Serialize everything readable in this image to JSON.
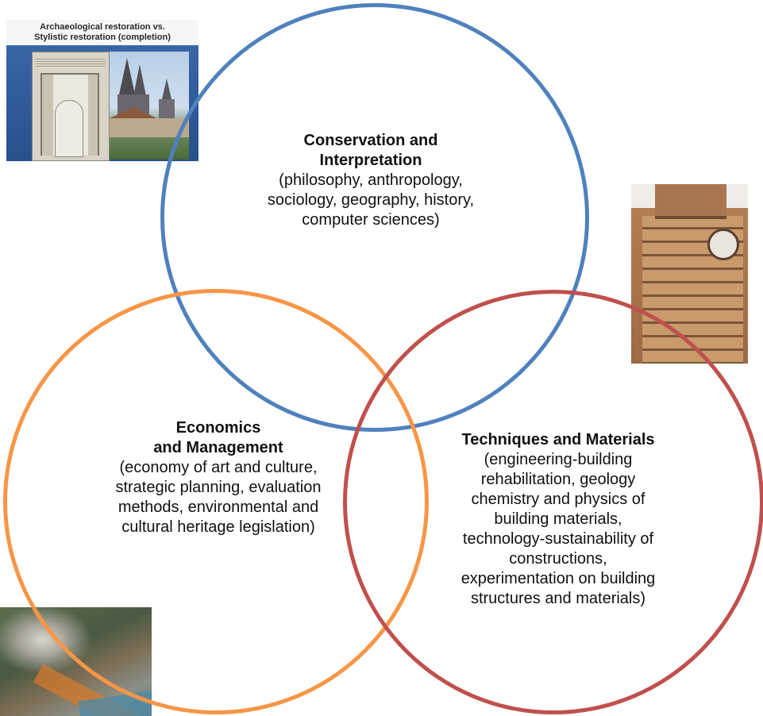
{
  "colors": {
    "circle_top": "#4f81bd",
    "circle_left": "#f79646",
    "circle_right": "#c0504d"
  },
  "circles": {
    "conservation": {
      "heading_line1": "Conservation and",
      "heading_line2": "Interpretation",
      "body_line1": "(philosophy, anthropology,",
      "body_line2": "sociology, geography, history,",
      "body_line3": "computer sciences)"
    },
    "economics": {
      "heading_line1": "Economics",
      "heading_line2": "and Management",
      "body_line1": "(economy of art and culture,",
      "body_line2": "strategic planning, evaluation",
      "body_line3": "methods, environmental and",
      "body_line4": "cultural heritage legislation)"
    },
    "techniques": {
      "heading_line1": "Techniques and Materials",
      "body_line1": "(engineering-building",
      "body_line2": "rehabilitation, geology",
      "body_line3": "chemistry and physics of",
      "body_line4": "building materials,",
      "body_line5": "technology-sustainability of",
      "body_line6": "constructions,",
      "body_line7": "experimentation on building",
      "body_line8": "structures and materials)"
    }
  },
  "photos": {
    "restoration": {
      "caption_line1": "Archaeological restoration vs.",
      "caption_line2": "Stylistic restoration (completion)"
    }
  }
}
